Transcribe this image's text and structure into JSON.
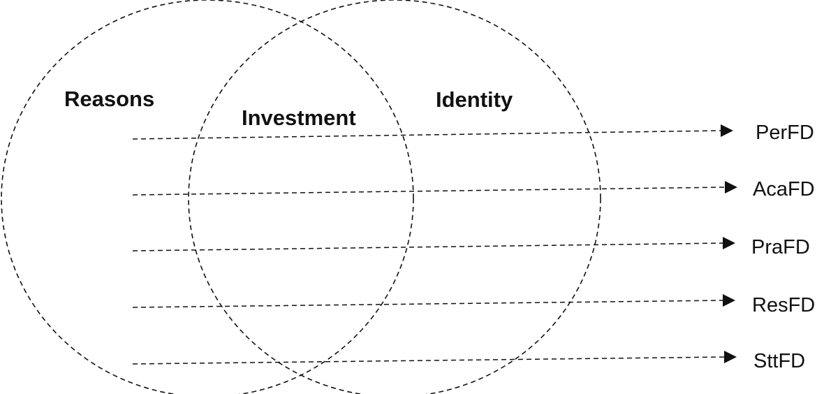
{
  "regions": {
    "left": "Reasons",
    "overlap": "Investment",
    "right": "Identity"
  },
  "outcomes": [
    "PerFD",
    "AcaFD",
    "PraFD",
    "ResFD",
    "SttFD"
  ],
  "colors": {
    "stroke": "#111111",
    "background": "#ffffff"
  }
}
